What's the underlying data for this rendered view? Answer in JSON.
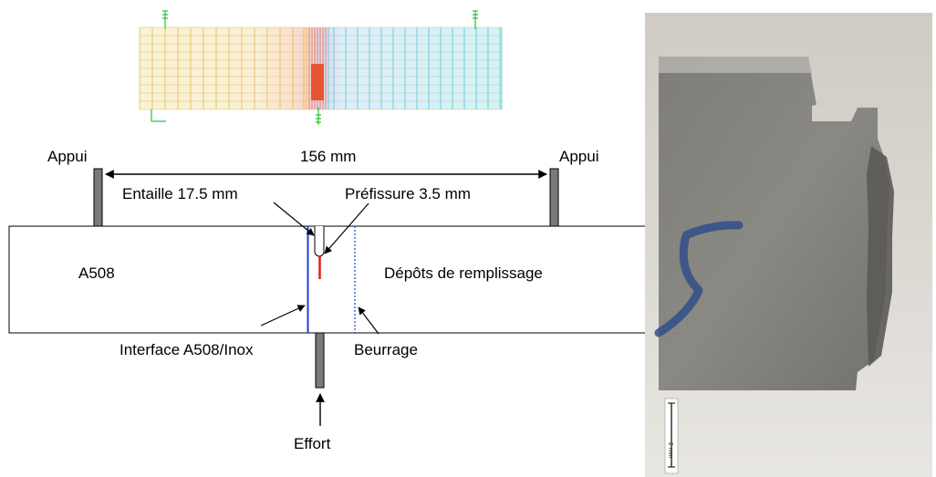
{
  "labels": {
    "support_left": "Appui",
    "support_right": "Appui",
    "span": "156 mm",
    "notch": "Entaille 17.5 mm",
    "precrack": "Préfissure 3.5 mm",
    "base_material": "A508",
    "filler_deposits": "Dépôts de remplissage",
    "interface": "Interface A508/Inox",
    "buttering": "Beurrage",
    "load": "Effort"
  },
  "photo": {
    "scale_bar_label": "2 mm"
  },
  "colors": {
    "interface_line": "#1f3fd6",
    "precrack": "#e41a1c",
    "mesh_left": "#e7c23a",
    "mesh_right": "#36c7d6",
    "mesh_center": "#e8421a",
    "markers": "#2bbf35"
  }
}
